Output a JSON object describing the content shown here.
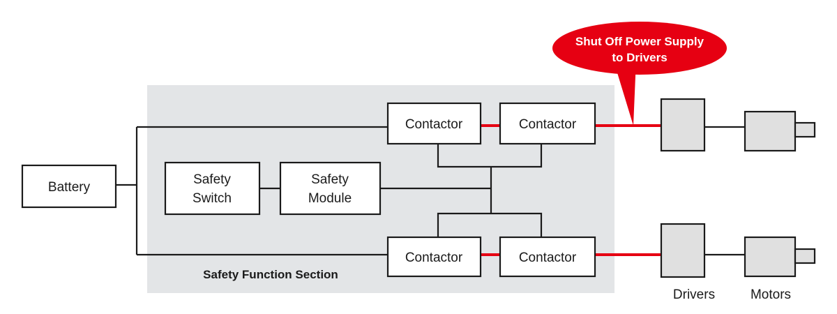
{
  "colors": {
    "section_bg": "#e3e5e7",
    "box_fill": "#ffffff",
    "device_fill": "#e0e0e0",
    "line": "#1a1a1a",
    "power_line": "#e60012",
    "callout": "#e60012",
    "callout_text": "#ffffff"
  },
  "battery": {
    "label": "Battery"
  },
  "safety_switch": {
    "line1": "Safety",
    "line2": "Switch"
  },
  "safety_module": {
    "line1": "Safety",
    "line2": "Module"
  },
  "contactors": {
    "top_left": "Contactor",
    "top_right": "Contactor",
    "bottom_left": "Contactor",
    "bottom_right": "Contactor"
  },
  "section": {
    "label": "Safety Function Section"
  },
  "callout": {
    "line1": "Shut Off Power Supply",
    "line2": "to Drivers"
  },
  "labels": {
    "drivers": "Drivers",
    "motors": "Motors"
  }
}
